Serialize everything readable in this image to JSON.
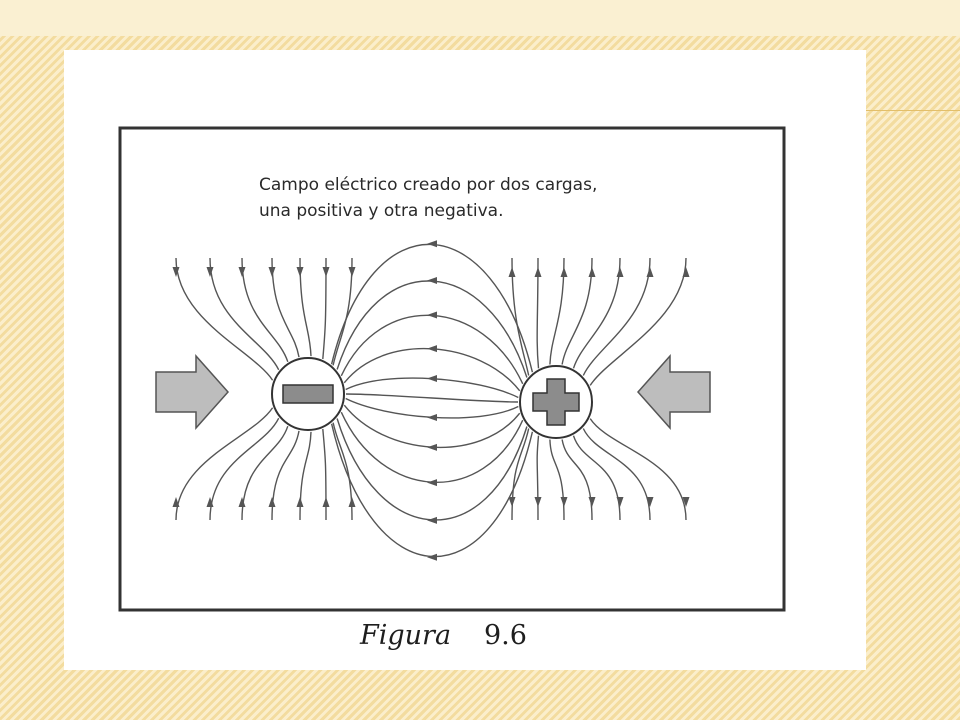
{
  "diagram": {
    "caption_line1": "Campo eléctrico creado por dos cargas,",
    "caption_line2": "una positiva y otra negativa.",
    "figure_label": "Figura",
    "figure_number": "9.6"
  },
  "colors": {
    "background": "#f9e9bf",
    "stripe": "#f3dc9f",
    "field_line": "#555555",
    "charge_fill": "#8c8c8c",
    "arrow_fill": "#bdbdbd",
    "frame": "#333333"
  },
  "icons": [
    "minus-icon",
    "plus-icon",
    "arrow-right-icon",
    "arrow-left-icon"
  ]
}
